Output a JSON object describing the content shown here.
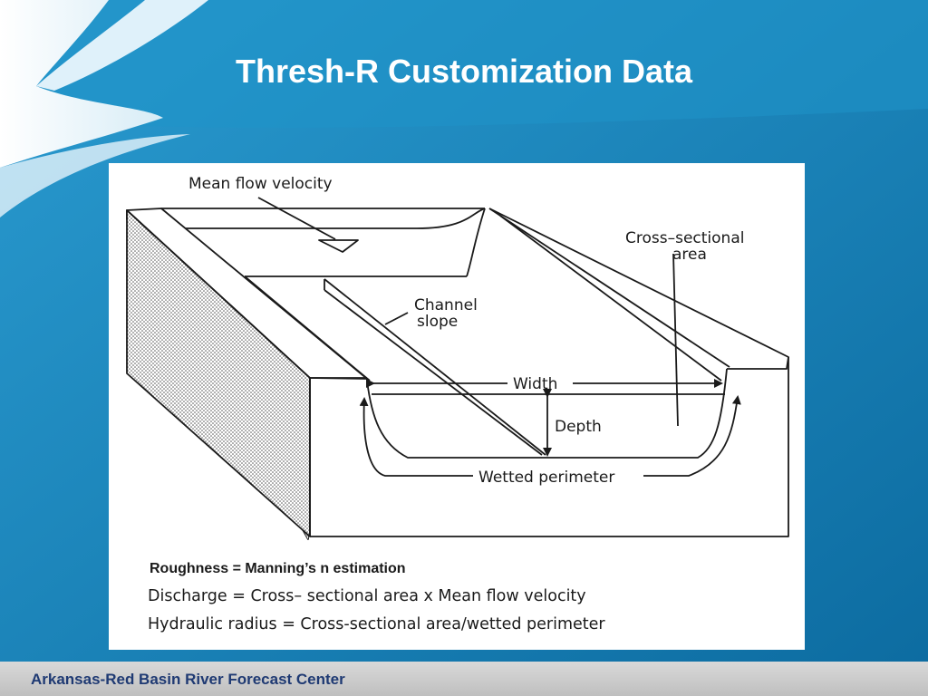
{
  "slide": {
    "title": "Thresh-R Customization Data",
    "footer": "Arkansas-Red Basin River Forecast Center"
  },
  "figure": {
    "labels": {
      "mean_flow_velocity": "Mean flow velocity",
      "cross_sectional_area_line1": "Cross–sectional",
      "cross_sectional_area_line2": "area",
      "channel_slope_line1": "Channel",
      "channel_slope_line2": "slope",
      "width": "Width",
      "depth": "Depth",
      "wetted_perimeter": "Wetted perimeter"
    },
    "roughness_note": "Roughness = Manning’s n estimation",
    "discharge_formula": "Discharge  = Cross– sectional area  x  Mean flow velocity",
    "hydraulic_radius_formula": "Hydraulic  radius  = Cross-sectional area/wetted perimeter"
  },
  "colors": {
    "background": "#0b6ea3",
    "title_text": "#ffffff",
    "footer_text": "#1f3a73"
  }
}
